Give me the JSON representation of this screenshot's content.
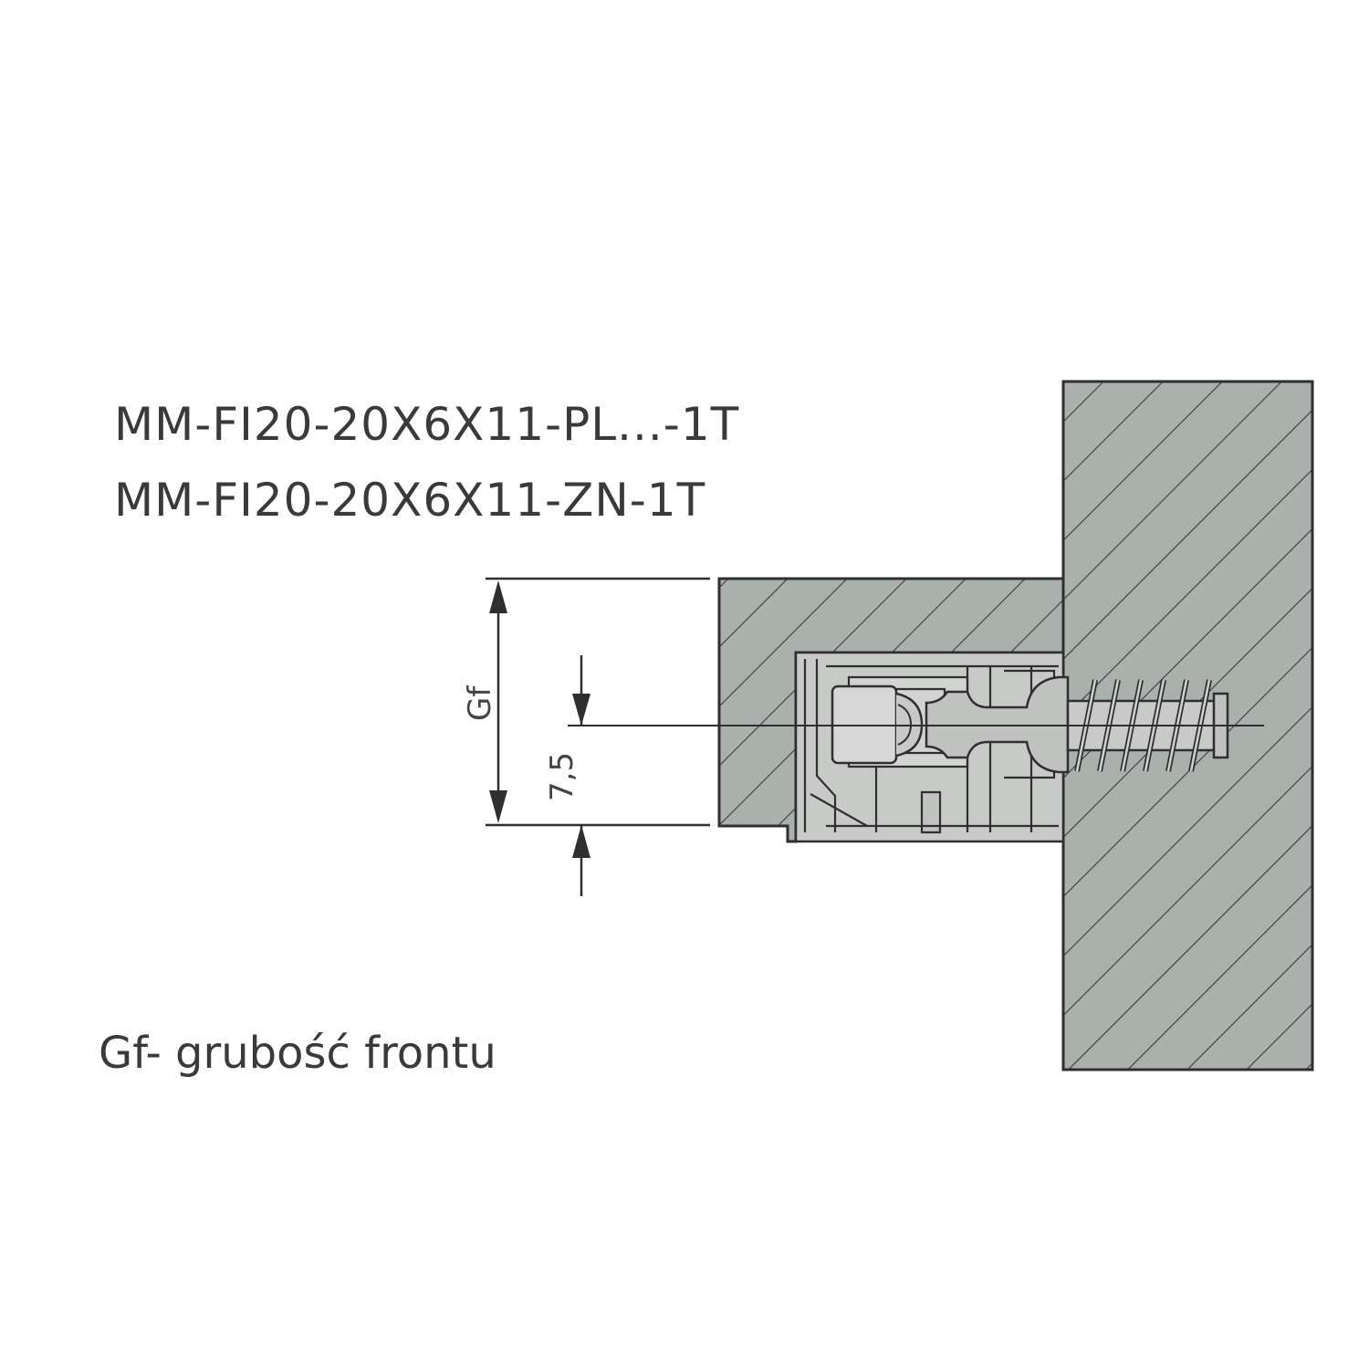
{
  "part_codes": [
    "MM-FI20-20X6X11-PL...-1T",
    "MM-FI20-20X6X11-ZN-1T"
  ],
  "dimensions": {
    "gf_label": "Gf",
    "offset_value": "7,5"
  },
  "legend": "Gf- grubość frontu",
  "colors": {
    "section_fill": "#aab0ac",
    "part_fill": "#c8cac8",
    "line": "#2f2f2f"
  }
}
